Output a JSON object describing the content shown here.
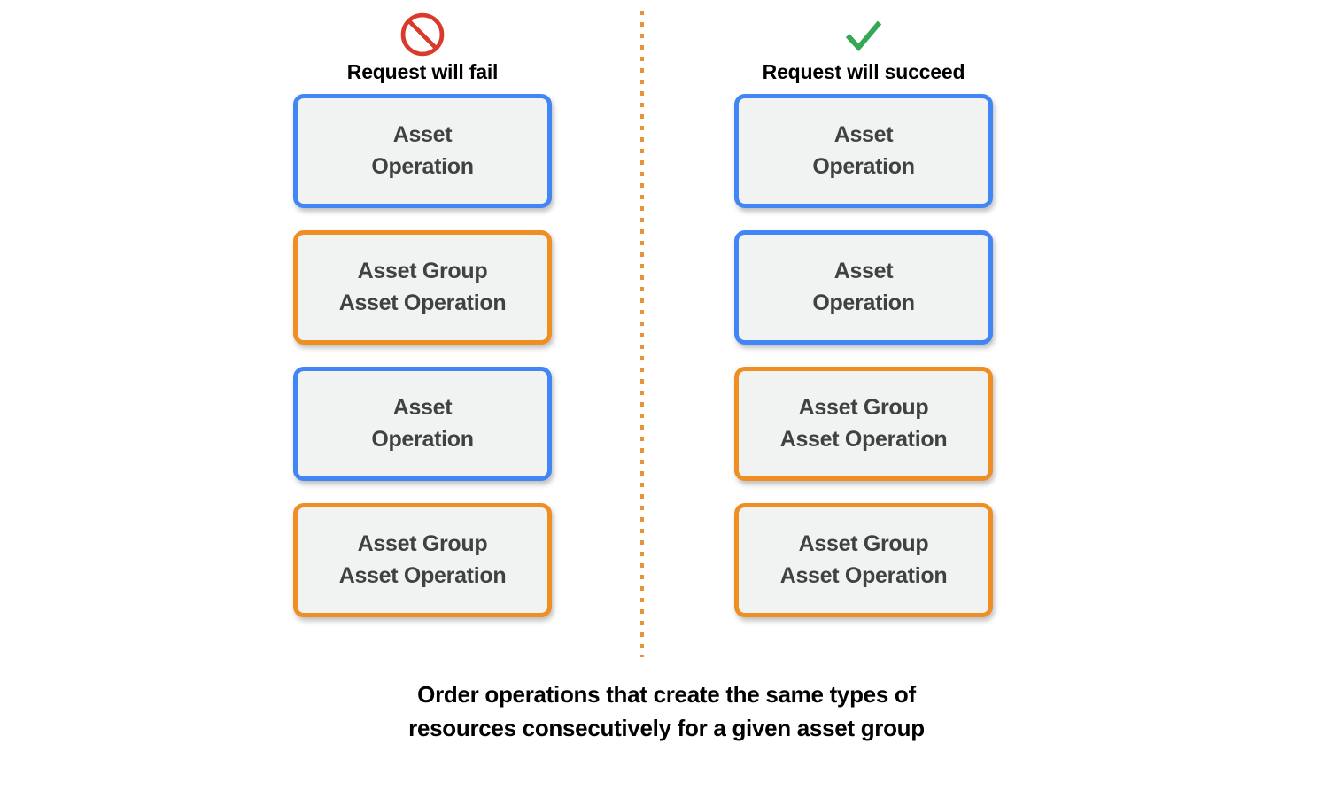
{
  "colors": {
    "accent_blue": "#4285f4",
    "accent_orange": "#ef8e22",
    "fail_red": "#d93a2b",
    "success_green": "#34a853",
    "card_fill": "#f1f2f2",
    "card_text": "#3f4142",
    "divider_orange": "#e8923a",
    "caption_text": "#000000"
  },
  "columns": [
    {
      "id": "fail",
      "icon": "prohibition-icon",
      "icon_color": "#d93a2b",
      "header_label": "Request will fail",
      "cards": [
        {
          "label": "Asset\nOperation",
          "accent": "blue",
          "accent_color": "#4285f4"
        },
        {
          "label": "Asset Group\nAsset Operation",
          "accent": "orange",
          "accent_color": "#ef8e22"
        },
        {
          "label": "Asset\nOperation",
          "accent": "blue",
          "accent_color": "#4285f4"
        },
        {
          "label": "Asset Group\nAsset Operation",
          "accent": "orange",
          "accent_color": "#ef8e22"
        }
      ]
    },
    {
      "id": "succeed",
      "icon": "checkmark-icon",
      "icon_color": "#34a853",
      "header_label": "Request will succeed",
      "cards": [
        {
          "label": "Asset\nOperation",
          "accent": "blue",
          "accent_color": "#4285f4"
        },
        {
          "label": "Asset\nOperation",
          "accent": "blue",
          "accent_color": "#4285f4"
        },
        {
          "label": "Asset Group\nAsset Operation",
          "accent": "orange",
          "accent_color": "#ef8e22"
        },
        {
          "label": "Asset Group\nAsset Operation",
          "accent": "orange",
          "accent_color": "#ef8e22"
        }
      ]
    }
  ],
  "caption": "Order operations that create the same types of\nresources consecutively for a given asset group"
}
